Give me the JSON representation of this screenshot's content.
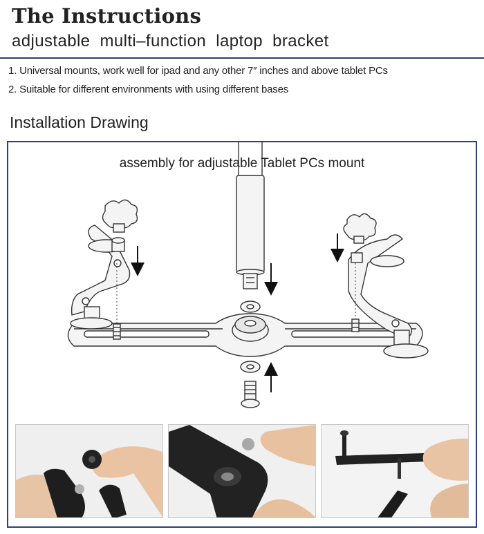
{
  "header": {
    "title": "The Instructions",
    "subtitle": "adjustable multi–function laptop bracket"
  },
  "features": [
    "1. Universal mounts, work well for ipad and any other 7″  inches and above tablet PCs",
    "2. Suitable for different environments with using different bases"
  ],
  "section_title": "Installation Drawing",
  "diagram": {
    "caption": "assembly for adjustable Tablet PCs mount"
  },
  "colors": {
    "accent": "#2b3f78",
    "line": "#333333",
    "part_fill": "#f4f4f4"
  },
  "photos": [
    {
      "name": "photo-tightening-knob"
    },
    {
      "name": "photo-screwing-bolt"
    },
    {
      "name": "photo-assembled-bracket"
    }
  ]
}
